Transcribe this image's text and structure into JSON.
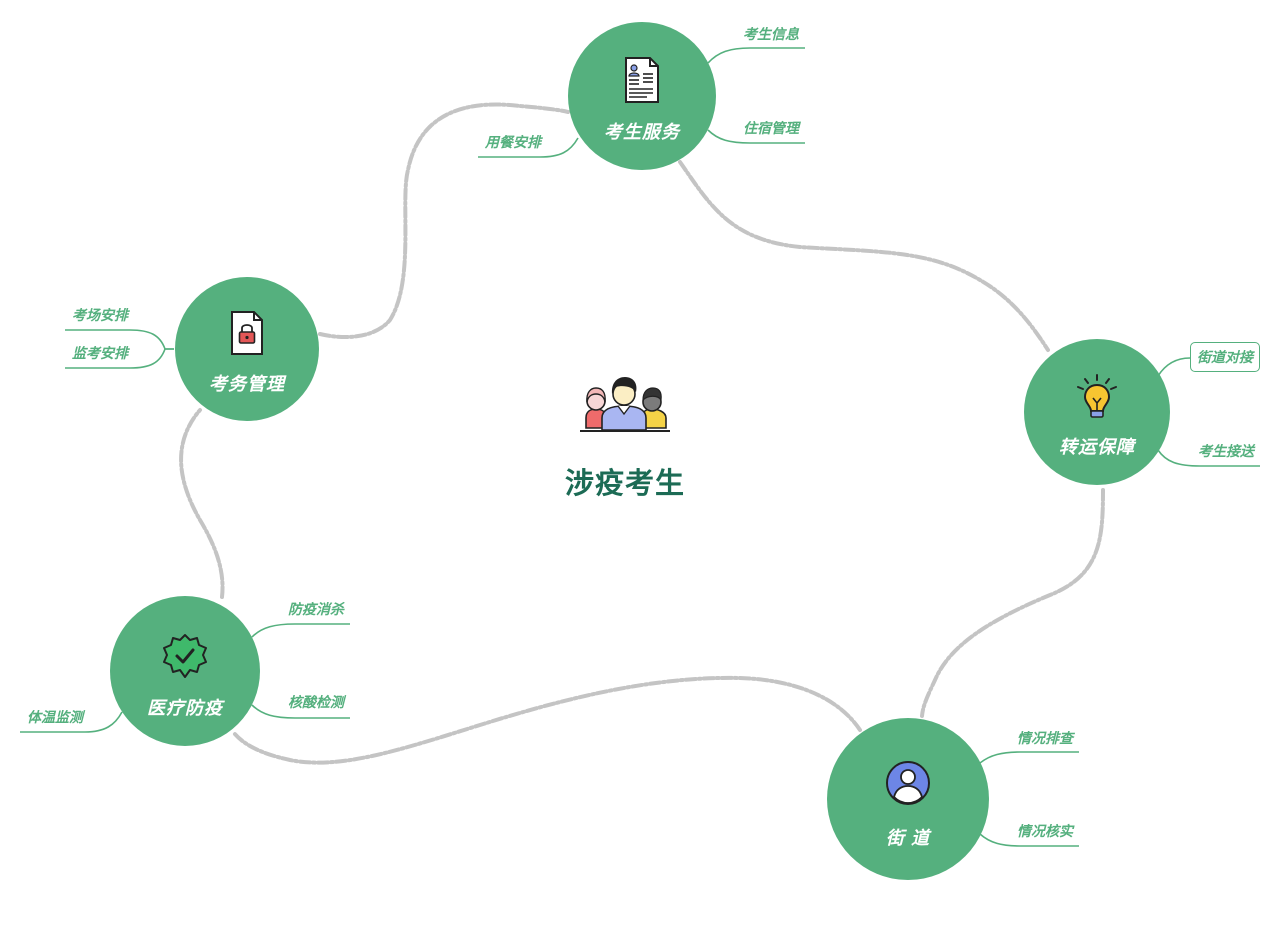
{
  "center": {
    "title": "涉疫考生",
    "icon": "people-group-icon"
  },
  "nodes": {
    "exam_service": {
      "label": "考生服务",
      "icon": "document-id-icon",
      "leaves": [
        "考生信息",
        "住宿管理",
        "用餐安排"
      ]
    },
    "exam_affairs": {
      "label": "考务管理",
      "icon": "locked-document-icon",
      "leaves": [
        "考场安排",
        "监考安排"
      ]
    },
    "transfer": {
      "label": "转运保障",
      "icon": "lightbulb-icon",
      "leaves": [
        "街道对接",
        "考生接送"
      ]
    },
    "medical": {
      "label": "医疗防疫",
      "icon": "check-badge-icon",
      "leaves": [
        "防疫消杀",
        "核酸检测",
        "体温监测"
      ]
    },
    "street": {
      "label": "街 道",
      "icon": "user-avatar-icon",
      "leaves": [
        "情况排查",
        "情况核实"
      ]
    }
  },
  "colors": {
    "node": "#55b07e",
    "title": "#1c6b55",
    "connector": "#c4c4c4"
  }
}
